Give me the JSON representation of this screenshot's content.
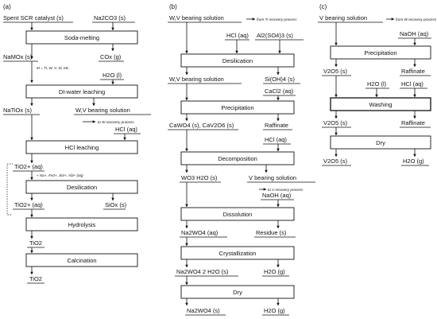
{
  "panels": {
    "a": {
      "tag": "(a)",
      "inputs": {
        "catalyst": "Spent SCR catalyst (s)",
        "na2co3": "Na2CO3 (s)"
      },
      "steps": [
        "Soda-melting",
        "DI-water leaching",
        "HCl leaching",
        "Desilication",
        "Hydrolysis",
        "Calcination"
      ],
      "labels": {
        "namox": "NaMOx (s)",
        "cox": "COx (g)",
        "m_note": "M = Ti, W, V, Si, etc.",
        "h2o": "H2O (l)",
        "natiox": "NaTiOx (s)",
        "wv_solution": "W,V bearing solution",
        "to_w": "to W recovery process",
        "hcl": "HCl (aq)",
        "tio2plus_1": "TiO2+ (aq)",
        "ions_note": "+ Na+, Fe3+, Si4+, Al3+ (aq)",
        "tio2plus_2": "TiO2+ (aq)",
        "siox": "SiOx (s)",
        "tio2_1": "TiO2",
        "tio2_2": "TiO2"
      }
    },
    "b": {
      "tag": "(b)",
      "inputs": {
        "wv_solution": "W,V bearing solution",
        "from_ti": "from Ti recovery process"
      },
      "steps": [
        "Desilication",
        "Precipitation",
        "Decomposition",
        "Dissolution",
        "Crystallization",
        "Dry"
      ],
      "labels": {
        "hcl": "HCl (aq)",
        "al2so4": "Al2(SO4)3 (s)",
        "wv_solution_2": "W,V bearing solution",
        "sioh4": "Si(OH)4 (s)",
        "cacl2": "CaCl2 (aq)",
        "cawo4": "CaWO4 (s), CaV2O6 (s)",
        "raffinate": "Raffinate",
        "hcl_2": "HCl (aq)",
        "wo3": "WO3 H2O (s)",
        "v_solution": "V bearing solution",
        "to_v": "to V recovery process",
        "naoh": "NaOH (aq)",
        "na2wo4_aq": "Na2WO4 (aq)",
        "residue": "Residue (s)",
        "na2wo4_2h2o": "Na2WO4 2 H2O (s)",
        "h2o_g_1": "H2O (g)",
        "na2wo4_s": "Na2WO4 (s)",
        "h2o_g_2": "H2O (g)"
      }
    },
    "c": {
      "tag": "(c)",
      "inputs": {
        "v_solution": "V bearing solution",
        "from_w": "from W recovery process"
      },
      "steps": [
        "Precipitation",
        "Washing",
        "Dry"
      ],
      "labels": {
        "naoh": "NaOH (aq)",
        "v2o5_1": "V2O5 (s)",
        "raffinate_1": "Raffinate",
        "h2o_l": "H2O (l)",
        "hcl": "HCl (aq)",
        "v2o5_2": "V2O5 (s)",
        "raffinate_2": "Raffinate",
        "v2o5_3": "V2O5 (s)",
        "h2o_g": "H2O (g)"
      }
    }
  }
}
